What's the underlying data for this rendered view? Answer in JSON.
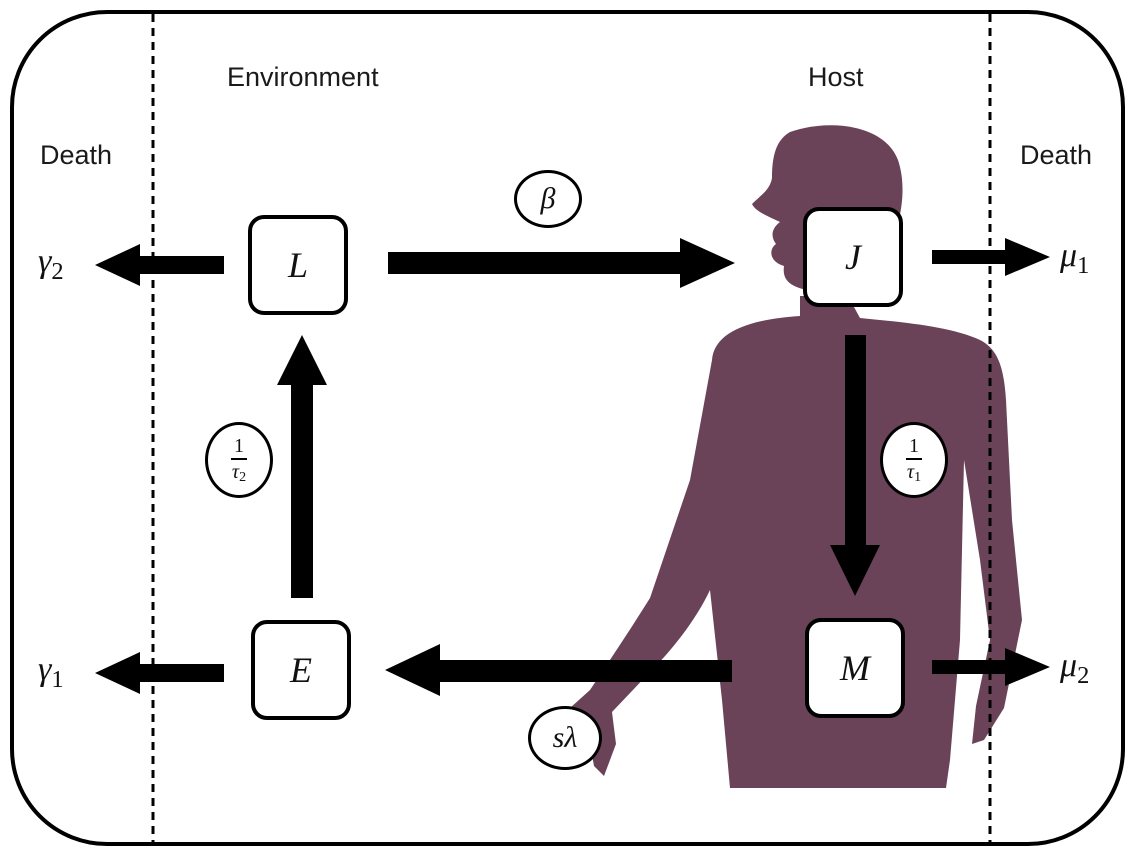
{
  "regions": {
    "environment": "Environment",
    "host": "Host",
    "death_left": "Death",
    "death_right": "Death"
  },
  "states": {
    "L": "L",
    "J": "J",
    "E": "E",
    "M": "M"
  },
  "rates": {
    "beta": "β",
    "tau2": {
      "num": "1",
      "den": "τ",
      "sub": "2"
    },
    "tau1": {
      "num": "1",
      "den": "τ",
      "sub": "1"
    },
    "s_lambda": "sλ"
  },
  "death_rates": {
    "gamma2": {
      "sym": "γ",
      "sub": "2"
    },
    "gamma1": {
      "sym": "γ",
      "sub": "1"
    },
    "mu1": {
      "sym": "μ",
      "sub": "1"
    },
    "mu2": {
      "sym": "μ",
      "sub": "2"
    }
  },
  "colors": {
    "host_silhouette": "#6b4359",
    "arrows": "#000000",
    "frame": "#000000"
  }
}
